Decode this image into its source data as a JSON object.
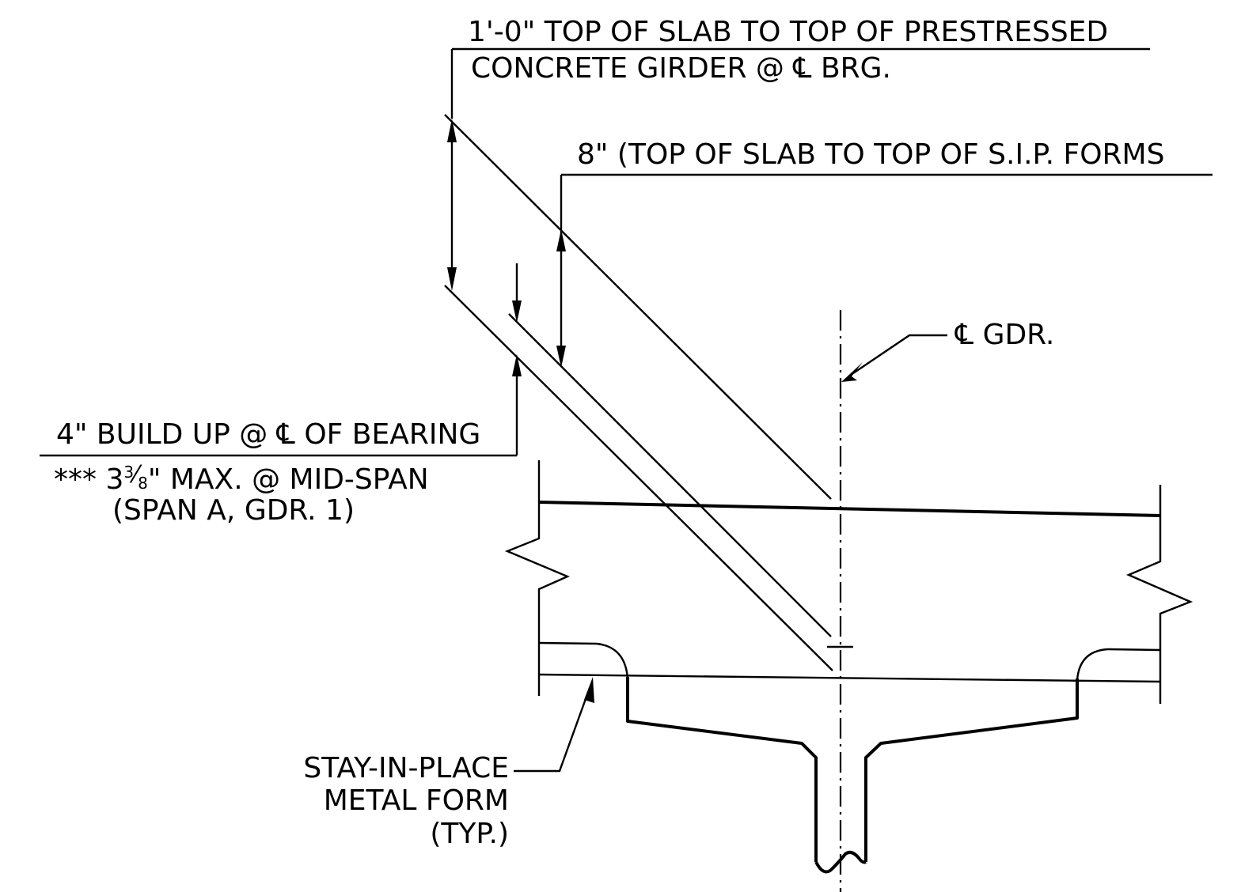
{
  "labels": {
    "top_slab_line1": "1'-0\" TOP OF SLAB TO TOP OF PRESTRESSED",
    "top_slab_line2_a": "CONCRETE GIRDER @ ",
    "top_slab_line2_b": " BRG.",
    "sip_forms": "8\" (TOP OF SLAB TO TOP OF S.I.P. FORMS",
    "cl_gdr": " GDR.",
    "build_up_a": "4\" BUILD UP @ ",
    "build_up_b": " OF BEARING",
    "max_line_a": "*** 3",
    "max_line_num": "3",
    "max_line_den": "8",
    "max_line_b": "\" MAX. @ MID-SPAN",
    "span_line": "(SPAN A, GDR. 1)",
    "sip_form_line1": "STAY-IN-PLACE",
    "sip_form_line2": "METAL FORM",
    "sip_form_line3": "(TYP.)"
  },
  "symbols": {
    "centerline": "C",
    "centerline_name": "centerline-symbol"
  }
}
